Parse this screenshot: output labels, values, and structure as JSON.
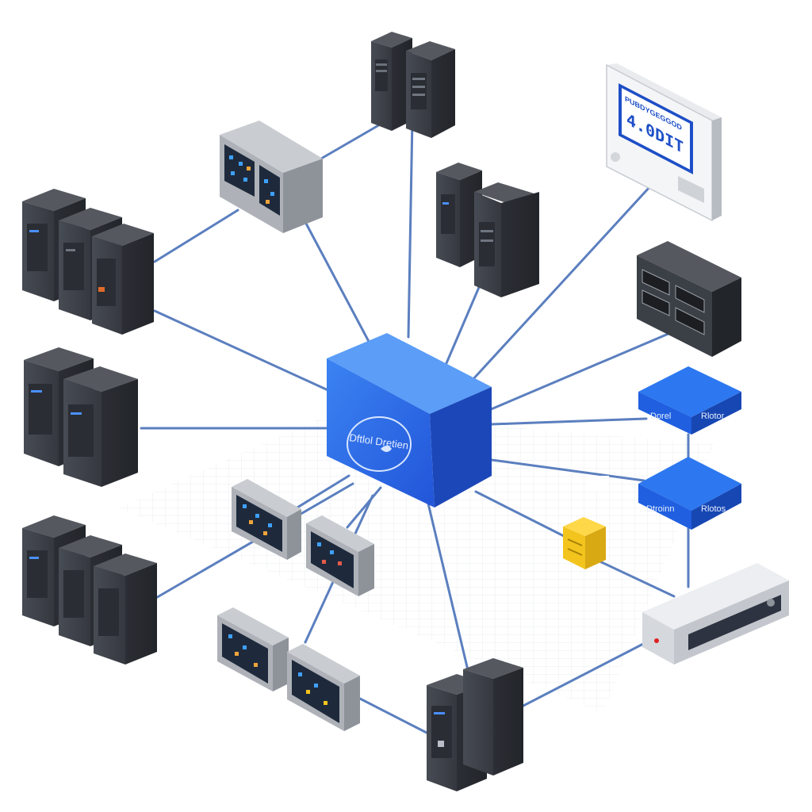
{
  "hub": {
    "label": "Dftlol Dretien",
    "color": "#2f6fe8"
  },
  "display_monitor": {
    "header": "PUBDYGEGGOD",
    "value": "4.0DIT"
  },
  "tiles": [
    {
      "left_label": "Dorel",
      "right_label": "Rlotor"
    },
    {
      "left_label": "Dtroinn",
      "right_label": "Rlotos"
    }
  ],
  "colors": {
    "link": "#5b7fbf",
    "server_dark": "#3b3f46",
    "tile_blue": "#1f5fe0",
    "storage_yellow": "#f2c41d"
  },
  "icons": {
    "hub": "network-core-box",
    "tile": "check-badge-icon",
    "storage": "database-stack-icon"
  }
}
